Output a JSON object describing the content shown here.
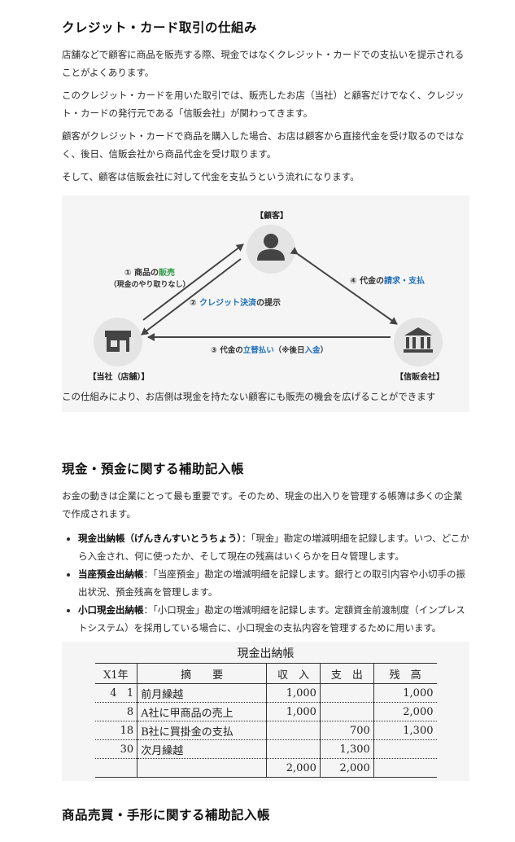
{
  "s1": {
    "title": "クレジット・カード取引の仕組み",
    "p1": "店舗などで顧客に商品を販売する際、現金ではなくクレジット・カードでの支払いを提示されることがよくあります。",
    "p2": "このクレジット・カードを用いた取引では、販売したお店（当社）と顧客だけでなく、クレジット・カードの発行元である「信販会社」が関わってきます。",
    "p3": "顧客がクレジット・カードで商品を購入した場合、お店は顧客から直接代金を受け取るのではなく、後日、信販会社から商品代金を受け取ります。",
    "p4": "そして、顧客は信販会社に対して代金を支払うという流れになります。",
    "after": "この仕組みにより、お店側は現金を持たない顧客にも販売の機会を広げることができます"
  },
  "diagram": {
    "customer": "【顧客】",
    "shop": "【当社（店舗）】",
    "company": "【信販会社】",
    "a1_pre": "① 商品の",
    "a1_hl": "販売",
    "a1_sub": "（現金のやり取りなし）",
    "a2_pre": "② ",
    "a2_hl": "クレジット決済",
    "a2_post": "の提示",
    "a3_pre": "③ 代金の",
    "a3_hl": "立替払い",
    "a3_mid": "（※後日",
    "a3_hl2": "入金",
    "a3_post": "）",
    "a4_pre": "④ 代金の",
    "a4_hl": "請求・支払",
    "colors": {
      "arrow": "#444444",
      "green": "#2e9a4a",
      "blue": "#1f6fb8",
      "icon_bg": "#e4e4e4",
      "icon": "#444444"
    }
  },
  "s2": {
    "title": "現金・預金に関する補助記入帳",
    "p1": "お金の動きは企業にとって最も重要です。そのため、現金の出入りを管理する帳簿は多くの企業で作成されます。",
    "items": [
      {
        "term": "現金出納帳（げんきんすいとうちょう）",
        "desc": "：「現金」勘定の増減明細を記録します。いつ、どこから入金され、何に使ったか、そして現在の残高はいくらかを日々管理します。"
      },
      {
        "term": "当座預金出納帳",
        "desc": "：「当座預金」勘定の増減明細を記録します。銀行との取引内容や小切手の振出状況、預金残高を管理します。"
      },
      {
        "term": "小口現金出納帳",
        "desc": "：「小口現金」勘定の増減明細を記録します。定額資金前渡制度（インプレストシステム）を採用している場合に、小口現金の支払内容を管理するために用います。"
      }
    ]
  },
  "ledger": {
    "title": "現金出納帳",
    "headers": {
      "year": "X1年",
      "desc": "摘　　要",
      "in": "収　入",
      "out": "支　出",
      "bal": "残　高"
    },
    "rows": [
      {
        "m": "4",
        "d": "1",
        "desc": "前月繰越",
        "in": "1,000",
        "out": "",
        "bal": "1,000"
      },
      {
        "m": "",
        "d": "8",
        "desc": "A社に甲商品の売上",
        "in": "1,000",
        "out": "",
        "bal": "2,000"
      },
      {
        "m": "",
        "d": "18",
        "desc": "B社に買掛金の支払",
        "in": "",
        "out": "700",
        "bal": "1,300"
      },
      {
        "m": "",
        "d": "30",
        "desc": "次月繰越",
        "in": "",
        "out": "1,300",
        "bal": ""
      }
    ],
    "totals": {
      "in": "2,000",
      "out": "2,000"
    }
  },
  "s3": {
    "title": "商品売買・手形に関する補助記入帳"
  }
}
